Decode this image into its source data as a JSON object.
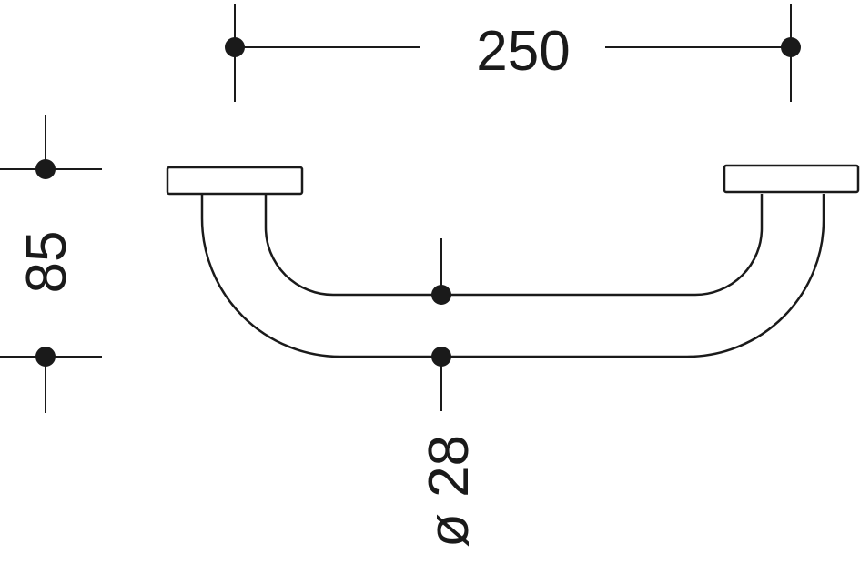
{
  "dimensions": {
    "width_label": "250",
    "height_label": "85",
    "diameter_label": "ø 28"
  },
  "colors": {
    "line": "#1a1a1a",
    "background": "#ffffff"
  }
}
